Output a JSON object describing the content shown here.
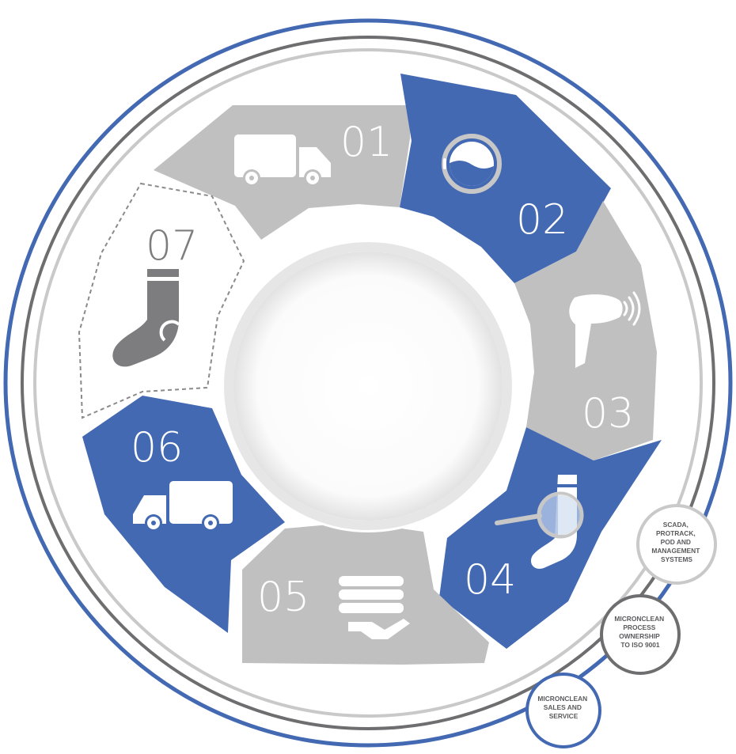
{
  "colors": {
    "blue": "#4369b3",
    "gray": "#c0c0c1",
    "dark_gray": "#7d7d7f",
    "ring_gray": "#6e6e70",
    "ring_light": "#c9c9ca"
  },
  "segments": [
    {
      "number": "01",
      "icon": "delivery-truck-icon",
      "fill": "gray"
    },
    {
      "number": "02",
      "icon": "washing-machine-drum-icon",
      "fill": "blue"
    },
    {
      "number": "03",
      "icon": "barcode-scanner-icon",
      "fill": "gray"
    },
    {
      "number": "04",
      "icon": "sock-inspection-magnifier-icon",
      "fill": "blue"
    },
    {
      "number": "05",
      "icon": "folded-garments-hand-icon",
      "fill": "gray"
    },
    {
      "number": "06",
      "icon": "delivery-truck-icon",
      "fill": "blue"
    },
    {
      "number": "07",
      "icon": "sock-icon",
      "fill": "dashed-outline"
    }
  ],
  "badges": [
    {
      "text": "SCADA, PROTRACK, POD AND MANAGEMENT SYSTEMS",
      "lines": [
        "SCADA,",
        "PROTRACK,",
        "POD AND",
        "MANAGEMENT",
        "SYSTEMS"
      ],
      "ring": "light"
    },
    {
      "text": "MICRONCLEAN PROCESS OWNERSHIP TO ISO 9001",
      "lines": [
        "MICRONCLEAN",
        "PROCESS",
        "OWNERSHIP",
        "TO ISO 9001"
      ],
      "ring": "gray"
    },
    {
      "text": "MICRONCLEAN SALES AND SERVICE",
      "lines": [
        "MICRONCLEAN",
        "SALES AND",
        "SERVICE"
      ],
      "ring": "blue"
    }
  ]
}
